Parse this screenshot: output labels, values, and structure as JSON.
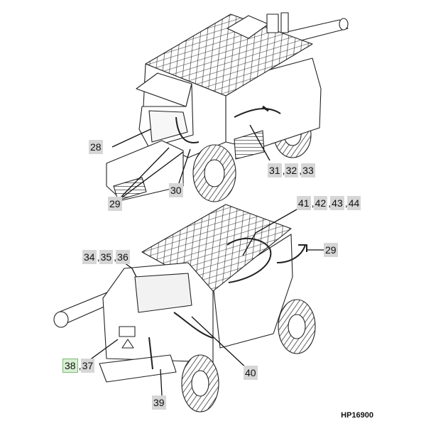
{
  "figure_id": "HP16900",
  "callouts": {
    "c28": [
      "28"
    ],
    "c29a": [
      "29"
    ],
    "c30": [
      "30"
    ],
    "c31": [
      "31",
      "32",
      "33"
    ],
    "c41": [
      "41",
      "42",
      "43",
      "44"
    ],
    "c29b": [
      "29"
    ],
    "c34": [
      "34",
      "35",
      "36"
    ],
    "c38": [
      "38",
      "37"
    ],
    "c40": [
      "40"
    ],
    "c39": [
      "39"
    ]
  }
}
